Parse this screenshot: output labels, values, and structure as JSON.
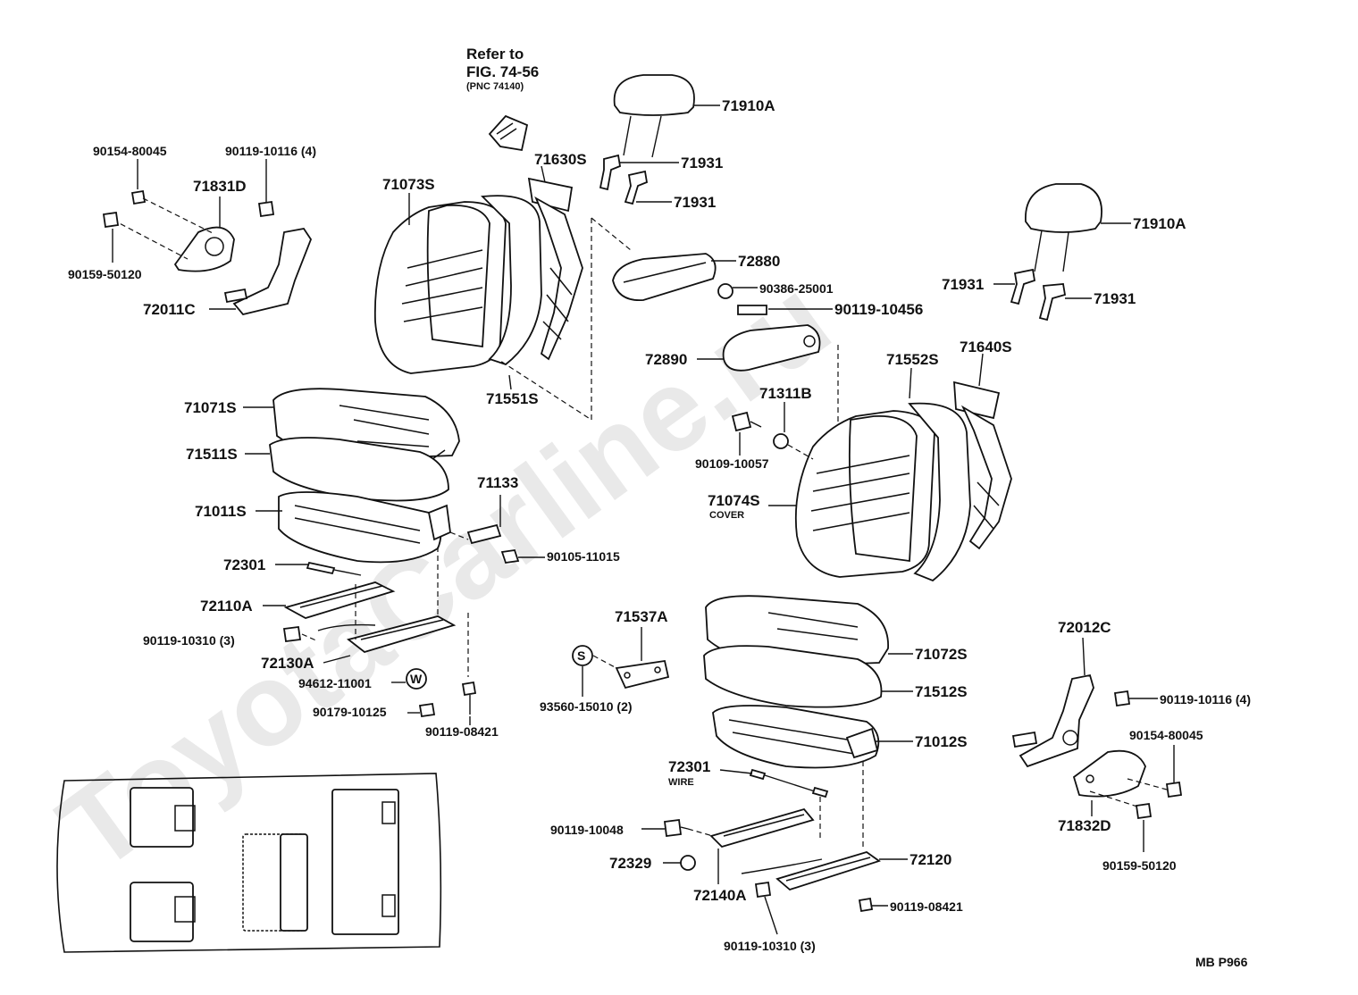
{
  "watermark": "ToyotaCarline.ru",
  "reference": {
    "line1": "Refer to",
    "line2": "FIG. 74-56",
    "line3": "(PNC 74140)"
  },
  "labels": {
    "71910A_top": "71910A",
    "71931_a": "71931",
    "71931_b": "71931",
    "71630S": "71630S",
    "71073S": "71073S",
    "90154_80045_l": "90154-80045",
    "90119_10116_l": "90119-10116 (4)",
    "71831D": "71831D",
    "90159_50120_l": "90159-50120",
    "72011C": "72011C",
    "72880": "72880",
    "90386_25001": "90386-25001",
    "90119_10456": "90119-10456",
    "72890": "72890",
    "71551S": "71551S",
    "71910A_right": "71910A",
    "71931_c": "71931",
    "71931_d": "71931",
    "71552S": "71552S",
    "71640S": "71640S",
    "71311B": "71311B",
    "90109_10057": "90109-10057",
    "71074S": "71074S",
    "cover": "COVER",
    "71071S": "71071S",
    "71511S": "71511S",
    "71011S": "71011S",
    "71133": "71133",
    "90105_11015": "90105-11015",
    "72301_l": "72301",
    "72110A": "72110A",
    "90119_10310_l": "90119-10310 (3)",
    "72130A": "72130A",
    "94612_11001": "94612-11001",
    "90179_10125": "90179-10125",
    "90119_08421_l": "90119-08421",
    "71537A": "71537A",
    "93560_15010": "93560-15010 (2)",
    "71072S": "71072S",
    "71512S": "71512S",
    "71012S": "71012S",
    "72301_r": "72301",
    "wire": "WIRE",
    "90119_10048": "90119-10048",
    "72329": "72329",
    "72140A": "72140A",
    "72120": "72120",
    "90119_08421_r": "90119-08421",
    "90119_10310_r": "90119-10310 (3)",
    "72012C": "72012C",
    "90119_10116_r": "90119-10116 (4)",
    "90154_80045_r": "90154-80045",
    "71832D": "71832D",
    "90159_50120_r": "90159-50120"
  },
  "symbols": {
    "s_marker": "S",
    "w_marker": "W"
  },
  "footer": {
    "code": "MB  P966"
  }
}
